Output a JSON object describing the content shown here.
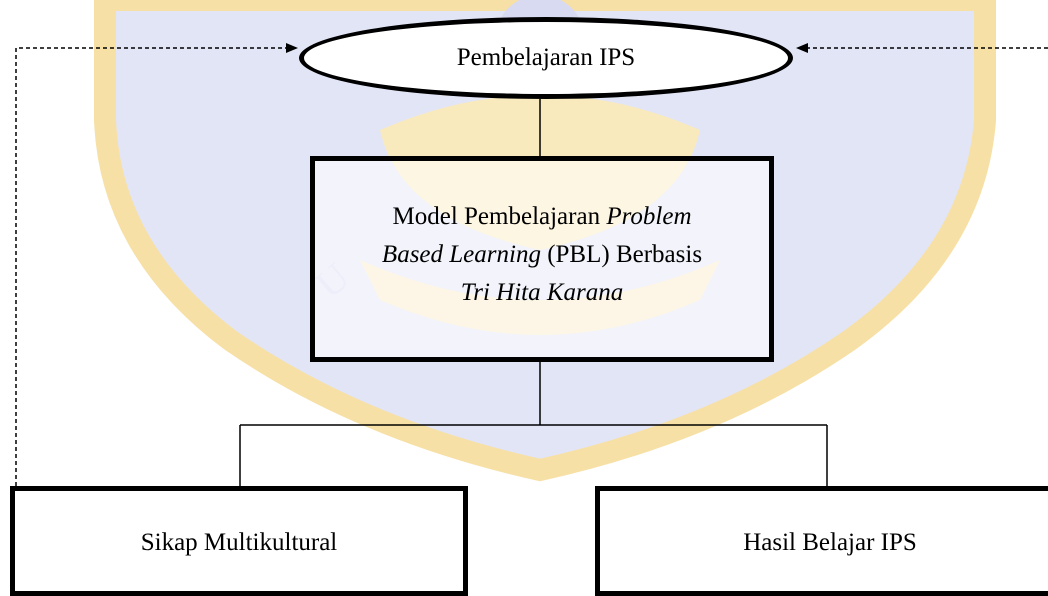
{
  "diagram": {
    "top_node": {
      "label": "Pembelajaran IPS"
    },
    "model_node": {
      "line1_text": "Model Pembelajaran ",
      "line1_italic": "Problem",
      "line2_italic": "Based Learning",
      "line2_text": " (PBL) Berbasis",
      "line3_italic": "Tri Hita Karana"
    },
    "outcome_left": {
      "label": "Sikap Multikultural"
    },
    "outcome_right": {
      "label": "Hasil Belajar IPS"
    }
  },
  "colors": {
    "line": "#000000",
    "watermark_gold": "#f2c75c",
    "watermark_blue": "#b9bde6"
  }
}
